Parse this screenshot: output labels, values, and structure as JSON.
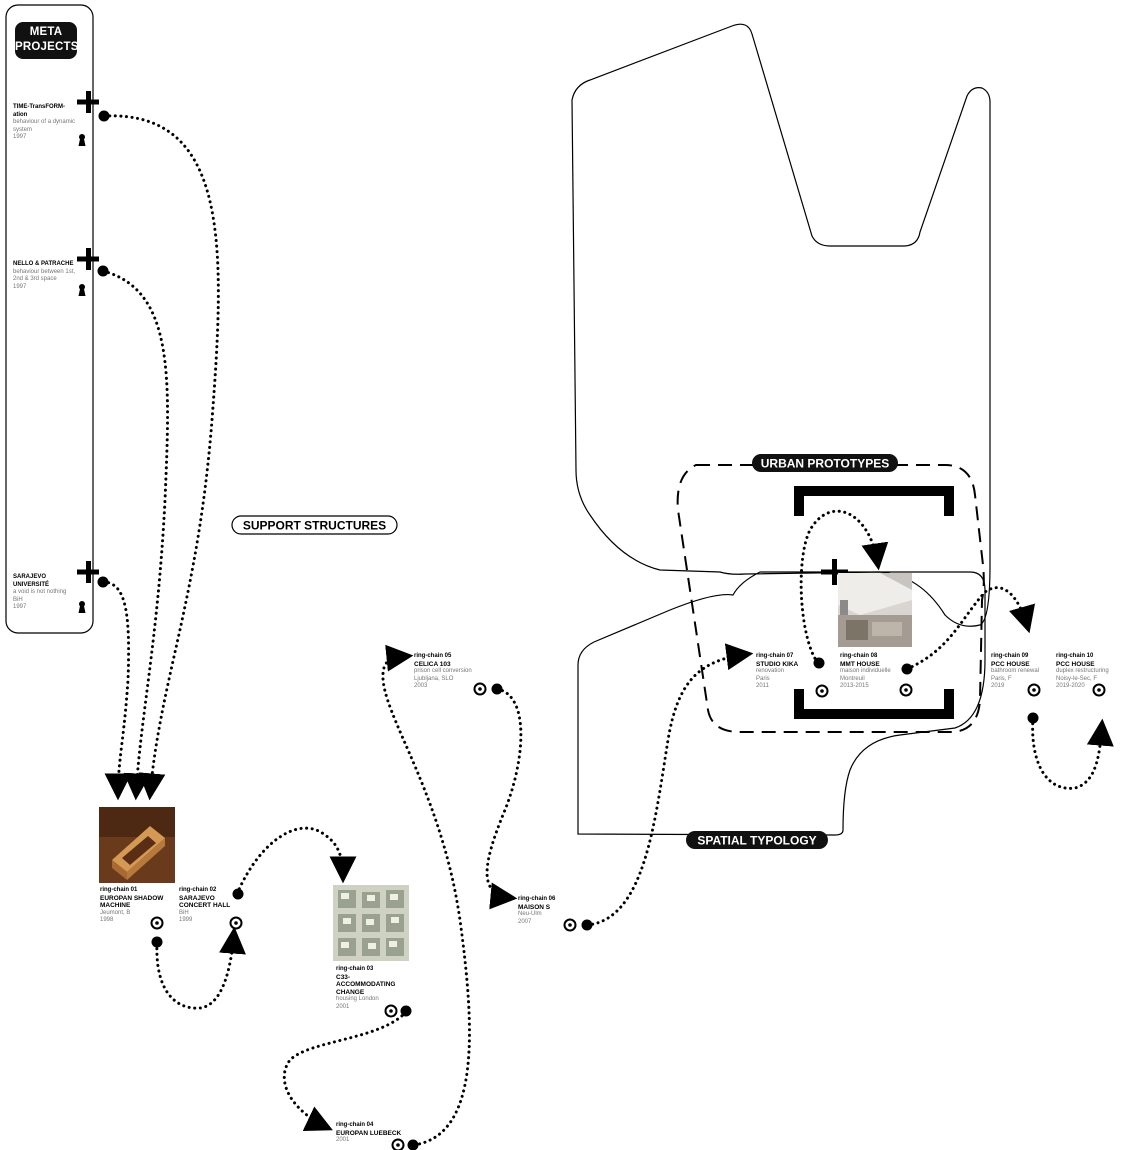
{
  "meta_header": {
    "line1": "META",
    "line2": "PROJECTS"
  },
  "labels": {
    "support": "SUPPORT STRUCTURES",
    "urban": "URBAN PROTOTYPES",
    "spatial": "SPATIAL TYPOLOGY"
  },
  "meta_projects": [
    {
      "title_l1": "TIME-TransFORM-",
      "title_l2": "ation",
      "desc_l1": "behaviour of a dynamic",
      "desc_l2": "system",
      "year": "1997"
    },
    {
      "title_l1": "NELLO & PATRACHE",
      "title_l2": "",
      "desc_l1": "behaviour between 1st,",
      "desc_l2": "2nd & 3rd space",
      "year": "1997"
    },
    {
      "title_l1": "SARAJEVO",
      "title_l2": "UNIVERSITÉ",
      "desc_l1": "a void is not nothing",
      "desc_l2": "BiH",
      "year": "1997"
    }
  ],
  "ring_chains": [
    {
      "chain": "ring-chain 01",
      "name_l1": "EUROPAN SHADOW",
      "name_l2": "MACHINE",
      "name_l3": "",
      "sub_l1": "Jeumont, B",
      "sub_l2": "1998"
    },
    {
      "chain": "ring-chain 02",
      "name_l1": "SARAJEVO",
      "name_l2": "CONCERT HALL",
      "name_l3": "",
      "sub_l1": "BiH",
      "sub_l2": "1999"
    },
    {
      "chain": "ring-chain 03",
      "name_l1": "C33-",
      "name_l2": "ACCOMMODATING",
      "name_l3": "CHANGE",
      "sub_l1": "housing London",
      "sub_l2": "2001"
    },
    {
      "chain": "ring-chain 04",
      "name_l1": "EUROPAN LUEBECK",
      "name_l2": "",
      "name_l3": "",
      "sub_l1": "2001",
      "sub_l2": ""
    },
    {
      "chain": "ring-chain 05",
      "name_l1": "CELICA 103",
      "name_l2": "",
      "name_l3": "",
      "sub_l1": "prison cell conversion",
      "sub_l2": "Ljubljana, SLO",
      "sub_l3": "2003"
    },
    {
      "chain": "ring-chain 06",
      "name_l1": "MAISON S",
      "name_l2": "",
      "name_l3": "",
      "sub_l1": "Neu-Ulm",
      "sub_l2": "2007"
    },
    {
      "chain": "ring-chain 07",
      "name_l1": "STUDIO KIKA",
      "name_l2": "",
      "name_l3": "",
      "sub_l1": "renovation",
      "sub_l2": "Paris",
      "sub_l3": "2011"
    },
    {
      "chain": "ring-chain 08",
      "name_l1": "MMT HOUSE",
      "name_l2": "",
      "name_l3": "",
      "sub_l1": "maison individuelle",
      "sub_l2": "Montreuil",
      "sub_l3": "2013-2015"
    },
    {
      "chain": "ring-chain 09",
      "name_l1": "PCC HOUSE",
      "name_l2": "",
      "name_l3": "",
      "sub_l1": "bathroom renewal",
      "sub_l2": "Paris, F",
      "sub_l3": "2019"
    },
    {
      "chain": "ring-chain 10",
      "name_l1": "PCC HOUSE",
      "name_l2": "",
      "name_l3": "",
      "sub_l1": "duplex restructuring",
      "sub_l2": "Noisy-le-Sec, F",
      "sub_l3": "2019-2020"
    }
  ],
  "icons": [
    "plus-icon",
    "keyhole-icon",
    "target-icon",
    "dot-icon",
    "arrow-head-icon"
  ],
  "colors": {
    "ink": "#000000",
    "muted": "#777777",
    "photo_wood": "#d49a55",
    "photo_bg": "#6a3a1c"
  }
}
